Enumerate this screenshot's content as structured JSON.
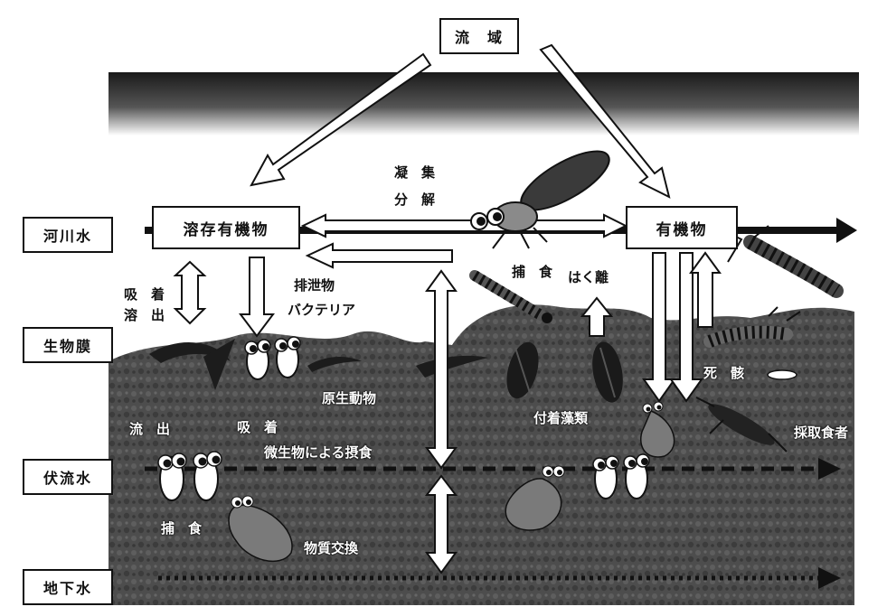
{
  "diagram": {
    "top_box": "流　域",
    "side_labels": [
      "河川水",
      "生物膜",
      "伏流水",
      "地下水"
    ],
    "main_boxes": {
      "dissolved_organic": "溶存有機物",
      "organic": "有機物"
    },
    "process_labels": {
      "aggregation": "凝　集",
      "decomposition": "分　解",
      "excretion": "排泄物",
      "bacteria": "バクテリア",
      "adsorption_1": "吸　着",
      "dissolution": "溶　出",
      "predation_top": "捕　食",
      "detachment": "はく離",
      "dead_bodies": "死　骸",
      "protozoa": "原生動物",
      "outflow": "流　出",
      "adsorption_2": "吸　着",
      "microbial_feeding": "微生物による摂食",
      "attached_algae": "付着藻類",
      "collectors": "採取食者",
      "predation_bottom": "捕　食",
      "material_exchange": "物質交換"
    },
    "colors": {
      "ink": "#111111",
      "ground": "#4a4a4a",
      "sky_dark": "#2a2a2a",
      "paper": "#ffffff"
    }
  }
}
